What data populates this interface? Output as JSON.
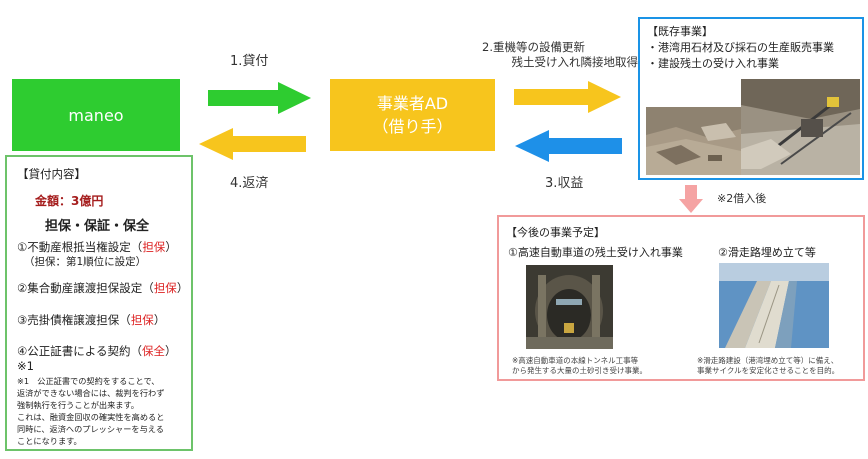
{
  "lender": {
    "label": "maneo"
  },
  "borrower": {
    "line1": "事業者AD",
    "line2": "（借り手）"
  },
  "flows": {
    "loan": "1.貸付",
    "equipment_line1": "2.重機等の設備更新",
    "equipment_line2": "残土受け入れ隣接地取得",
    "profit": "3.収益",
    "repay": "4.返済",
    "after_borrow": "※2借入後"
  },
  "loan_details": {
    "header": "【貸付内容】",
    "amount": "金額：3億円",
    "security_title": "担保・保証・保全",
    "items": [
      {
        "text": "①不動産根抵当権設定（",
        "tag": "担保",
        "tail": "）"
      },
      {
        "text": "（担保：第1順位に設定）",
        "tag": "",
        "tail": ""
      },
      {
        "text": "②集合動産譲渡担保設定（",
        "tag": "担保",
        "tail": "）"
      },
      {
        "text": "③売掛債権譲渡担保（",
        "tag": "担保",
        "tail": "）"
      },
      {
        "text": "④公正証書による契約（",
        "tag": "保全",
        "tail": "）※1"
      }
    ],
    "note_lines": [
      "※1　公正証書での契約をすることで、",
      "返済ができない場合には、裁判を行わず",
      "強制執行を行うことが出来ます。",
      "これは、融資金回収の確実性を高めると",
      "同時に、返済へのプレッシャーを与える",
      "ことになります。"
    ]
  },
  "existing_business": {
    "header": "【既存事業】",
    "items": [
      "・港湾用石材及び採石の生産販売事業",
      "・建設残土の受け入れ事業"
    ]
  },
  "future_plan": {
    "header": "【今後の事業予定】",
    "project1": "①高速自動車道の残土受け入れ事業",
    "project2": "②滑走路埋め立て等",
    "caption1_line1": "※高速自動車道の本線トンネル工事等",
    "caption1_line2": "から発生する大量の土砂引き受け事業。",
    "caption2_line1": "※滑走路建設（港湾埋め立て等）に備え、",
    "caption2_line2": "事業サイクルを安定化させることを目的。"
  },
  "colors": {
    "lender_green": "#2ecc30",
    "borrower_yellow": "#f7c51d",
    "arrow_blue": "#1e90e8",
    "existing_border": "#1a93e6",
    "future_border": "#f19a9a",
    "loan_border": "#6dc36a",
    "highlight_red": "#d22222"
  }
}
